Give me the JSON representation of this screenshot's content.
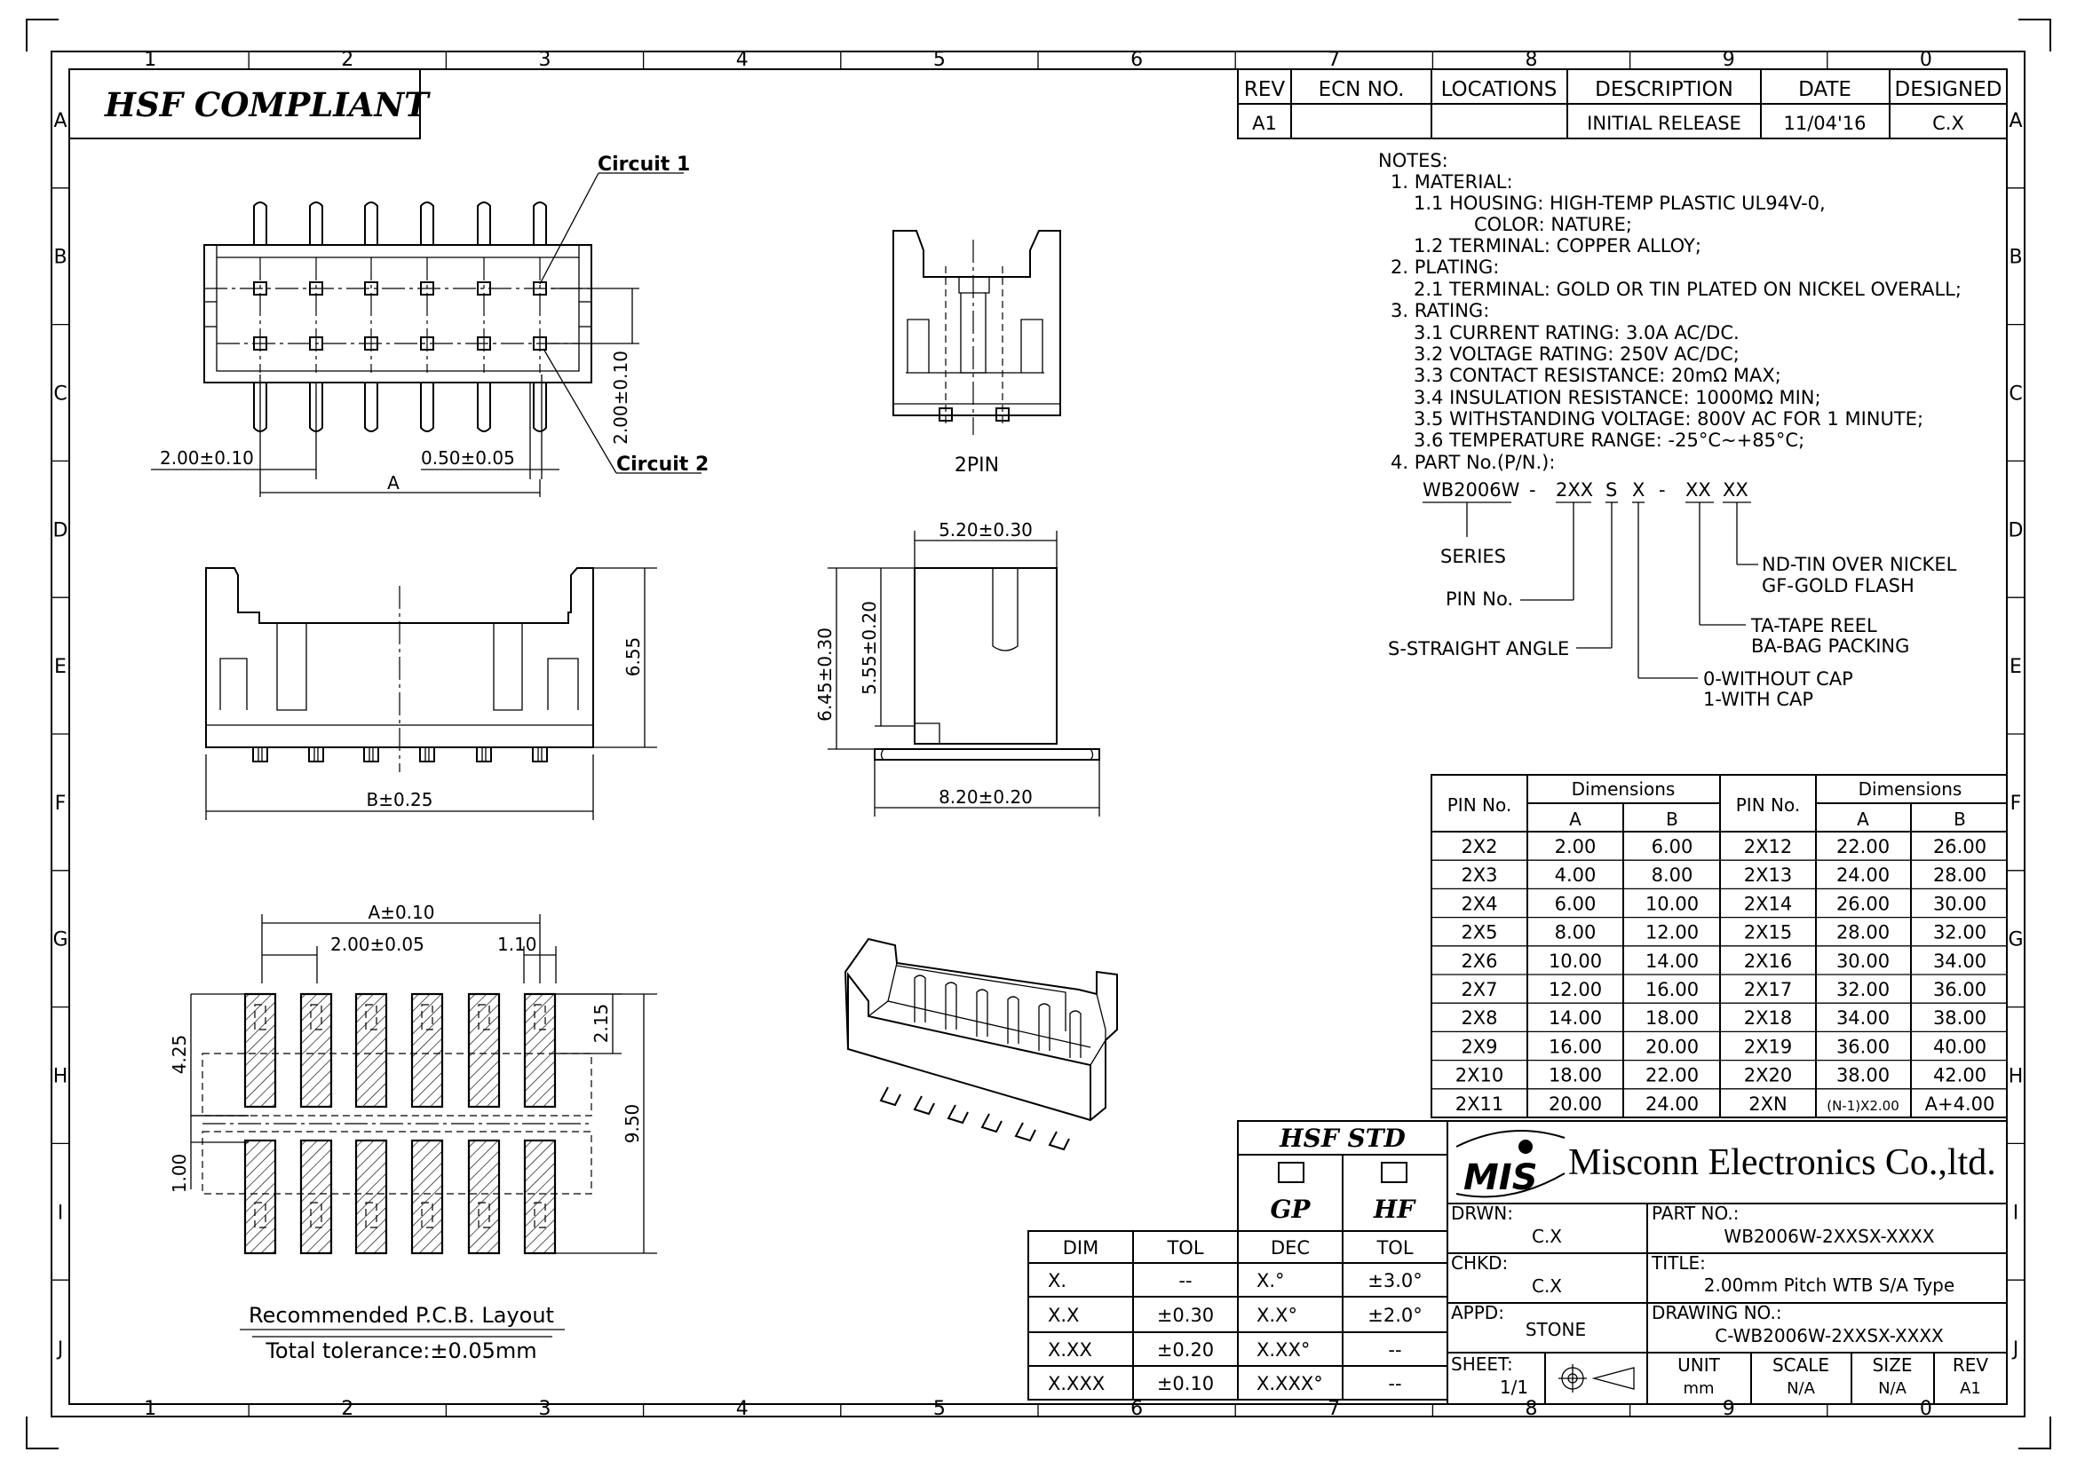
{
  "border": {
    "columns": [
      "1",
      "2",
      "3",
      "4",
      "5",
      "6",
      "7",
      "8",
      "9",
      "0"
    ],
    "rows": [
      "A",
      "B",
      "C",
      "D",
      "E",
      "F",
      "G",
      "H",
      "I",
      "J"
    ]
  },
  "compliance_label": "HSF  COMPLIANT",
  "revision_block": {
    "headers": [
      "REV",
      "ECN NO.",
      "LOCATIONS",
      "DESCRIPTION",
      "DATE",
      "DESIGNED"
    ],
    "row": [
      "A1",
      "",
      "",
      "INITIAL RELEASE",
      "11/04'16",
      "C.X"
    ]
  },
  "notes": [
    "NOTES:",
    "1. MATERIAL:",
    "1.1 HOUSING:  HIGH-TEMP PLASTIC UL94V-0,",
    "COLOR:  NATURE;",
    "1.2 TERMINAL:  COPPER ALLOY;",
    "2. PLATING:",
    "2.1 TERMINAL:  GOLD OR TIN PLATED ON NICKEL OVERALL;",
    "3. RATING:",
    "3.1 CURRENT RATING:  3.0A AC/DC.",
    "3.2 VOLTAGE RATING:  250V AC/DC;",
    "3.3 CONTACT RESISTANCE:  20mΩ MAX;",
    "3.4 INSULATION RESISTANCE:  1000MΩ MIN;",
    "3.5 WITHSTANDING VOLTAGE:  800V AC FOR 1 MINUTE;",
    "3.6 TEMPERATURE RANGE:  -25°C~+85°C;",
    "4. PART No.(P/N.):"
  ],
  "part_code": {
    "segments": [
      "WB2006W",
      "-",
      "2XX",
      "S",
      "X",
      "-",
      "XX",
      "XX"
    ],
    "callouts": {
      "series": "SERIES",
      "pin_no": "PIN No.",
      "straight": "S-STRAIGHT ANGLE",
      "cap": [
        "0-WITHOUT CAP",
        "1-WITH CAP"
      ],
      "packing": [
        "TA-TAPE REEL",
        "BA-BAG PACKING"
      ],
      "plating": [
        "ND-TIN OVER NICKEL",
        "GF-GOLD FLASH"
      ]
    }
  },
  "views": {
    "top": {
      "circuit1": "Circuit  1",
      "circuit2": "Circuit  2",
      "dim_pitch": "2.00±0.10",
      "dim_pin": "0.50±0.05",
      "dim_row": "2.00±0.10",
      "dim_a": "A"
    },
    "front": {
      "dim_height": "6.55",
      "dim_b": "B±0.25"
    },
    "twopin": {
      "label": "2PIN"
    },
    "side": {
      "dim_width": "5.20±0.30",
      "dim_h1": "6.45±0.30",
      "dim_h2": "5.55±0.20",
      "dim_base": "8.20±0.20"
    },
    "pcb": {
      "dim_a": "A±0.10",
      "dim_pitch": "2.00±0.05",
      "dim_padw": "1.10",
      "dim_padl": "2.15",
      "dim_425": "4.25",
      "dim_950": "9.50",
      "dim_100": "1.00",
      "caption": "Recommended P.C.B. Layout",
      "tolerance": "Total  tolerance:±0.05mm"
    }
  },
  "dimensions_table": {
    "group_header": "Dimensions",
    "pin_header": "PIN No.",
    "sub_headers": [
      "A",
      "B"
    ],
    "left": [
      [
        "2X2",
        "2.00",
        "6.00"
      ],
      [
        "2X3",
        "4.00",
        "8.00"
      ],
      [
        "2X4",
        "6.00",
        "10.00"
      ],
      [
        "2X5",
        "8.00",
        "12.00"
      ],
      [
        "2X6",
        "10.00",
        "14.00"
      ],
      [
        "2X7",
        "12.00",
        "16.00"
      ],
      [
        "2X8",
        "14.00",
        "18.00"
      ],
      [
        "2X9",
        "16.00",
        "20.00"
      ],
      [
        "2X10",
        "18.00",
        "22.00"
      ],
      [
        "2X11",
        "20.00",
        "24.00"
      ]
    ],
    "right": [
      [
        "2X12",
        "22.00",
        "26.00"
      ],
      [
        "2X13",
        "24.00",
        "28.00"
      ],
      [
        "2X14",
        "26.00",
        "30.00"
      ],
      [
        "2X15",
        "28.00",
        "32.00"
      ],
      [
        "2X16",
        "30.00",
        "34.00"
      ],
      [
        "2X17",
        "32.00",
        "36.00"
      ],
      [
        "2X18",
        "34.00",
        "38.00"
      ],
      [
        "2X19",
        "36.00",
        "40.00"
      ],
      [
        "2X20",
        "38.00",
        "42.00"
      ],
      [
        "2XN",
        "(N-1)X2.00",
        "A+4.00"
      ]
    ]
  },
  "hsf_std": {
    "title": "HSF  STD",
    "gp": "GP",
    "hf": "HF",
    "gp_checked": true,
    "hf_checked": false
  },
  "tolerance_table": {
    "headers": [
      "DIM",
      "TOL",
      "DEC",
      "TOL"
    ],
    "rows": [
      [
        "X.",
        "--",
        "X.°",
        "±3.0°"
      ],
      [
        "X.X",
        "±0.30",
        "X.X°",
        "±2.0°"
      ],
      [
        "X.XX",
        "±0.20",
        "X.XX°",
        "--"
      ],
      [
        "X.XXX",
        "±0.10",
        "X.XXX°",
        "--"
      ]
    ]
  },
  "title_block": {
    "logo": "MIS",
    "company": "Misconn Electronics Co.,ltd.",
    "drwn_label": "DRWN:",
    "drwn": "C.X",
    "chkd_label": "CHKD:",
    "chkd": "C.X",
    "appd_label": "APPD:",
    "appd": "STONE",
    "part_no_label": "PART  NO.:",
    "part_no": "WB2006W-2XXSX-XXXX",
    "title_label": "TITLE:",
    "title": "2.00mm  Pitch  WTB  S/A  Type",
    "drawing_no_label": "DRAWING  NO.:",
    "drawing_no": "C-WB2006W-2XXSX-XXXX",
    "sheet_label": "SHEET:",
    "sheet": "1/1",
    "unit_label": "UNIT",
    "unit": "mm",
    "scale_label": "SCALE",
    "scale": "N/A",
    "size_label": "SIZE",
    "size": "N/A",
    "rev_label": "REV",
    "rev": "A1"
  }
}
